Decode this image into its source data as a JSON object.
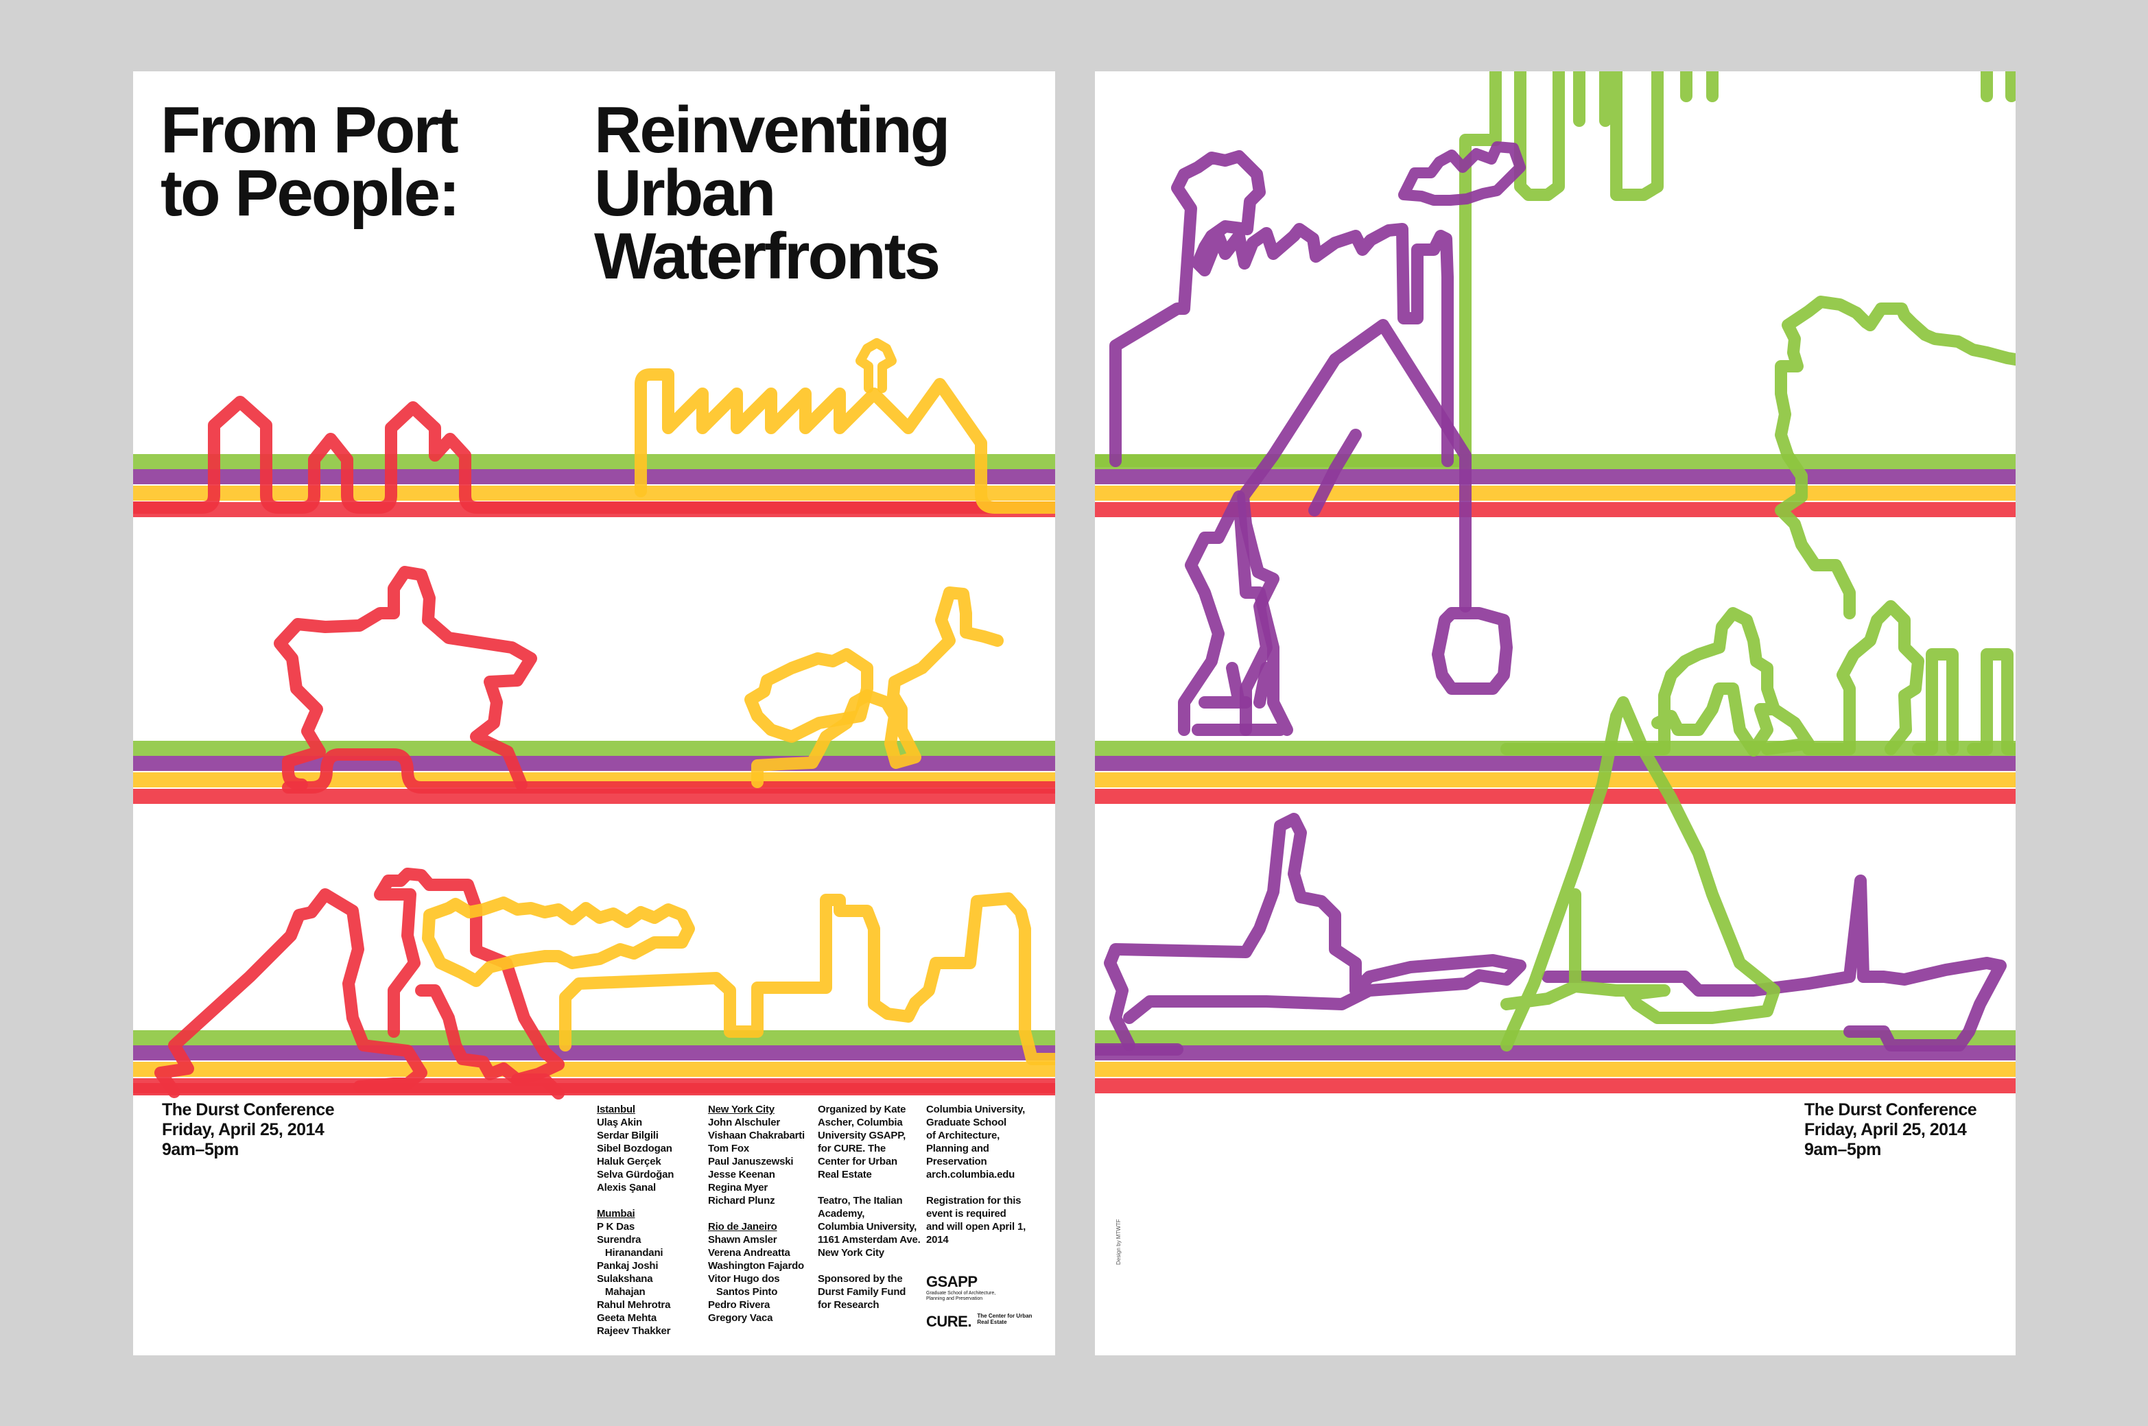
{
  "left_poster": {
    "title_left": [
      "From Port",
      "to People:"
    ],
    "title_right": [
      "Reinventing",
      "Urban",
      "Waterfronts"
    ],
    "event": {
      "name": "The Durst Conference",
      "date": "Friday, April 25, 2014",
      "time": "9am–5pm"
    },
    "speakers": {
      "istanbul": {
        "city": "Istanbul",
        "names": [
          "Ulaş Akin",
          "Serdar Bilgili",
          "Sibel Bozdogan",
          "Haluk Gerçek",
          "Selva Gürdoğan",
          "Alexis Şanal"
        ]
      },
      "mumbai": {
        "city": "Mumbai",
        "names": [
          "P K Das",
          "Surendra",
          "   Hiranandani",
          "Pankaj Joshi",
          "Sulakshana",
          "   Mahajan",
          "Rahul Mehrotra",
          "Geeta Mehta",
          "Rajeev Thakker"
        ]
      },
      "new_york": {
        "city": "New York City",
        "names": [
          "John Alschuler",
          "Vishaan Chakrabarti",
          "Tom Fox",
          "Paul Januszewski",
          "Jesse Keenan",
          "Regina Myer",
          "Richard Plunz"
        ]
      },
      "rio": {
        "city": "Rio de Janeiro",
        "names": [
          "Shawn Amsler",
          "Verena Andreatta",
          "Washington Fajardo",
          "Vitor Hugo dos",
          "   Santos Pinto",
          "Pedro Rivera",
          "Gregory Vaca"
        ]
      }
    },
    "organizer_text": [
      "Organized by Kate",
      "Ascher, Columbia",
      "University GSAPP,",
      "for CURE. The",
      "Center for Urban",
      "Real Estate"
    ],
    "venue_text": [
      "Teatro, The Italian",
      "Academy,",
      "Columbia University,",
      "1161 Amsterdam Ave.",
      "New York City"
    ],
    "sponsor_text": [
      "Sponsored by the",
      "Durst Family Fund",
      "for Research"
    ],
    "school_text": [
      "Columbia University,",
      "Graduate School",
      "of Architecture,",
      "Planning and",
      "Preservation",
      "arch.columbia.edu"
    ],
    "registration_text": [
      "Registration for this",
      "event is required",
      "and will open April 1,",
      "2014"
    ],
    "logo_gsapp": {
      "mark": "GSAPP",
      "subtitle": "Graduate School of Architecture, Planning and Preservation"
    },
    "logo_cure": {
      "mark": "CURE.",
      "subtitle": "The Center for Urban Real Estate"
    }
  },
  "right_poster": {
    "event": {
      "name": "The Durst Conference",
      "date": "Friday, April 25, 2014",
      "time": "9am–5pm"
    },
    "credit": "Design by MTWTF"
  },
  "colors": {
    "green": "#8dc63f",
    "purple": "#8e3a9a",
    "yellow": "#ffc425",
    "red": "#ef3340",
    "background": "#d2d2d2",
    "paper": "#ffffff",
    "text": "#111111"
  }
}
